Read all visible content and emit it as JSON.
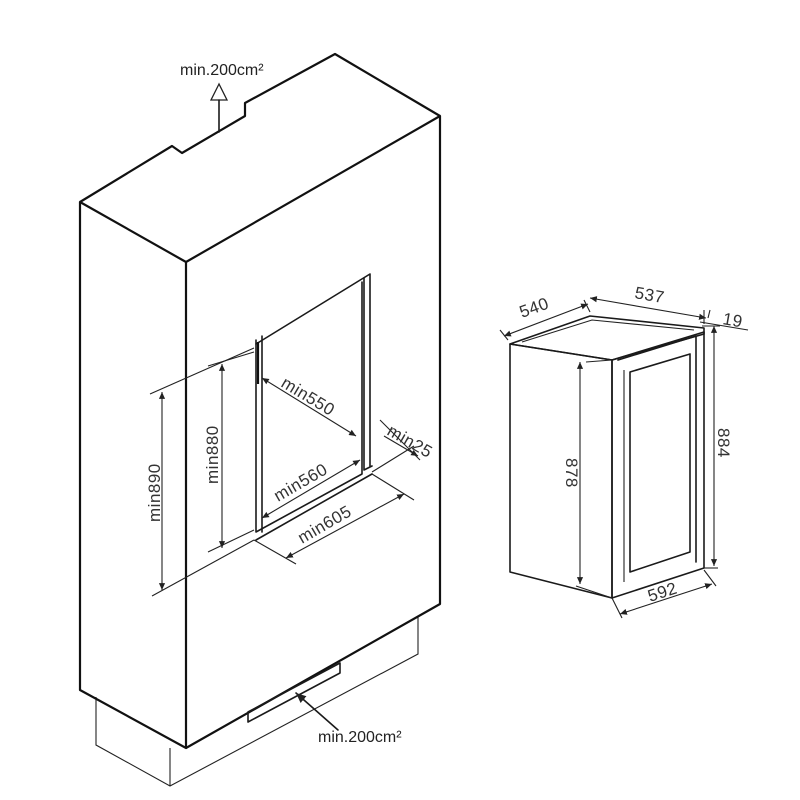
{
  "vent_top": {
    "label": "min.200cm²"
  },
  "vent_bottom": {
    "label": "min.200cm²"
  },
  "niche": {
    "height_outer": "min890",
    "height_inner": "min880",
    "depth": "min550",
    "width_inner": "min560",
    "width_outer": "min605",
    "gap": "min25"
  },
  "appliance": {
    "depth": "540",
    "depth_body": "537",
    "door_thickness": "19",
    "height_body": "878",
    "height_total": "884",
    "width": "592"
  }
}
